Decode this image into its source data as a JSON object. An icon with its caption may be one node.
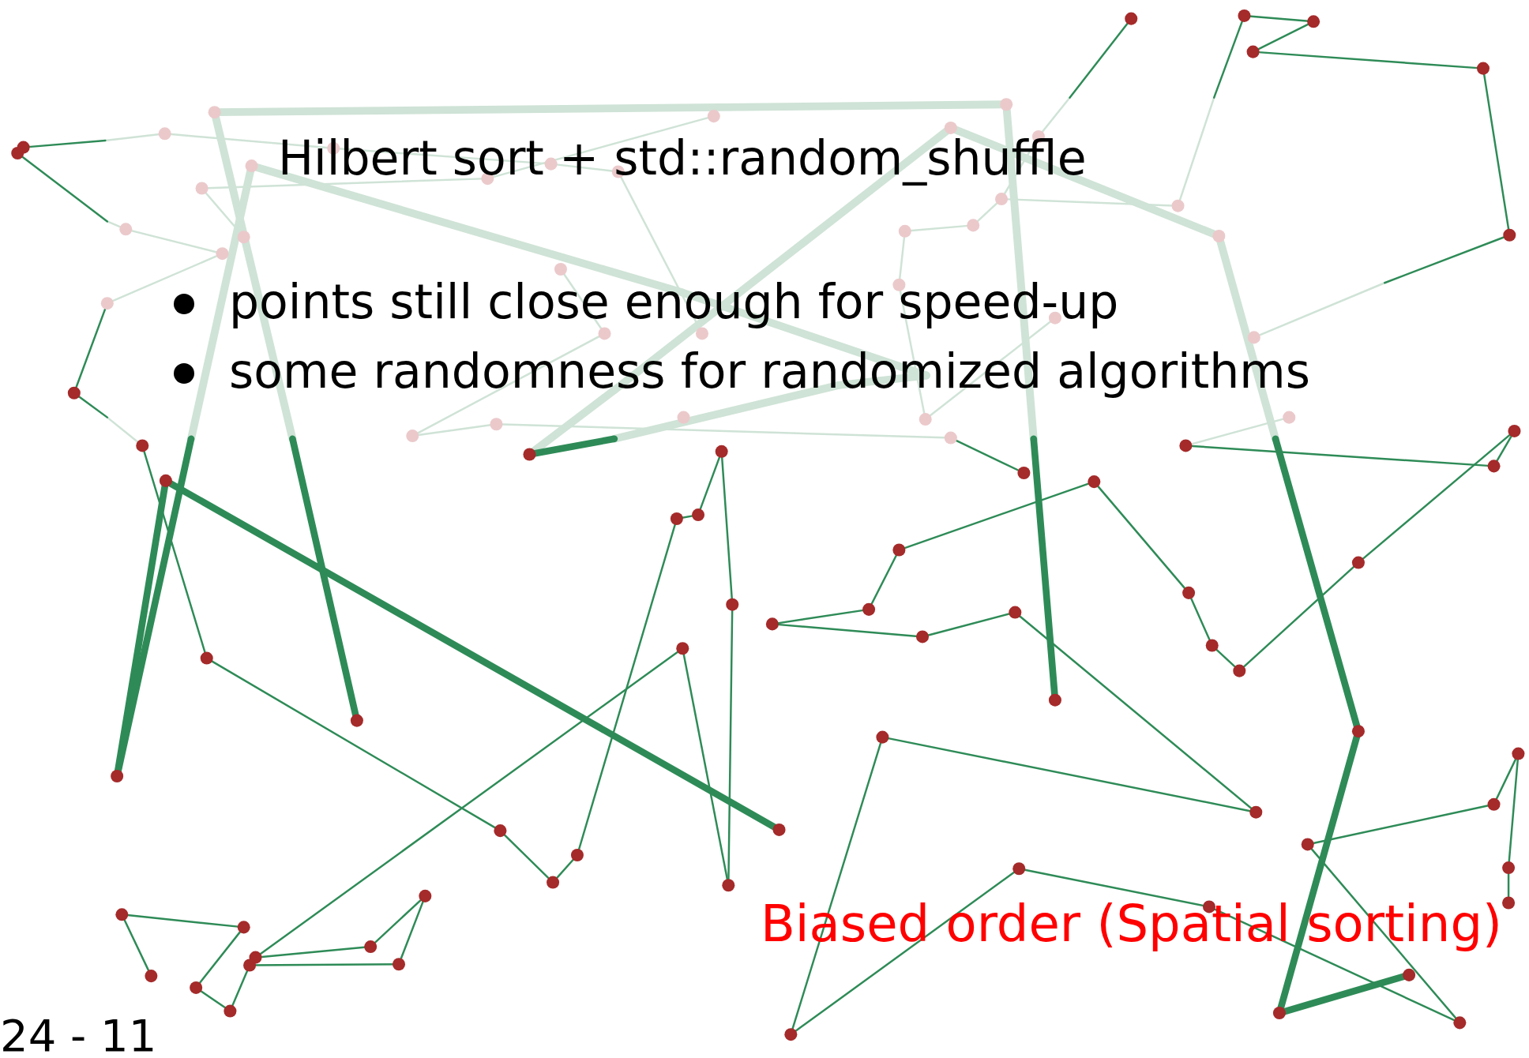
{
  "diagram": {
    "title": "Hilbert sort + std::random_shuffle",
    "labels": [
      "points still close enough for speed-up",
      "some randomness for randomized algorithms",
      "Biased order (Spatial sorting)",
      "24 - 11"
    ]
  }
}
